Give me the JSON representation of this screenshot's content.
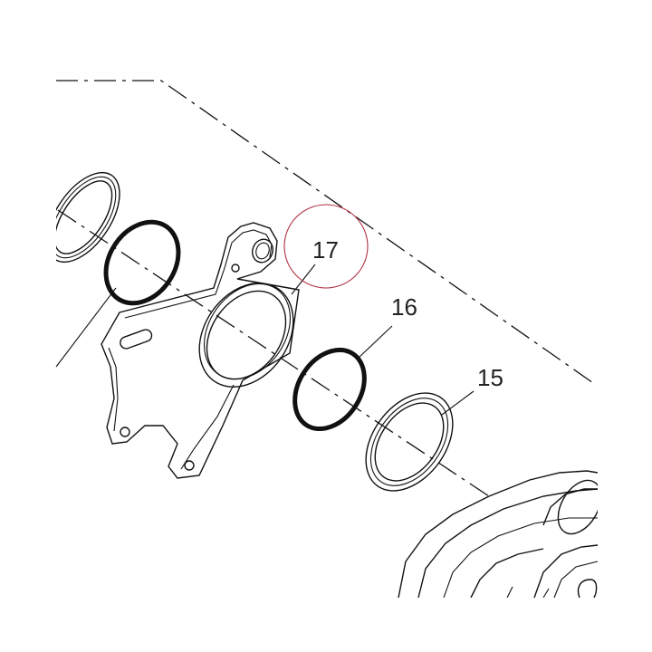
{
  "diagram": {
    "callouts": {
      "part_15": "15",
      "part_16": "16",
      "part_17": "17"
    },
    "highlight_color": "#b03040",
    "line_color": "#111111"
  }
}
